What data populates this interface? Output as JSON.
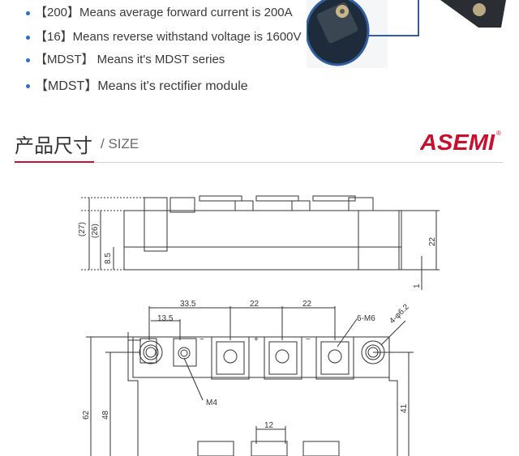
{
  "bullets": [
    "【200】Means average forward current is 200A",
    "【16】Means reverse withstand voltage is 1600V",
    "【MDST】 Means it's MDST series",
    "【MDST】Means it's rectifier module"
  ],
  "section": {
    "title_cn": "产品尺寸",
    "title_en": "/ SIZE"
  },
  "brand": {
    "logo_text": "ASEMI",
    "registered_mark": "®",
    "color": "#c8102e"
  },
  "drawing": {
    "side_dims": {
      "d27": "(27)",
      "d26": "(26)",
      "d85": "8.5",
      "d22": "22",
      "d1": "1"
    },
    "top_dims": {
      "d335": "33.5",
      "d135": "13.5",
      "d22a": "22",
      "d22b": "22",
      "d12": "12",
      "d62": "62",
      "d48": "48",
      "d41": "41"
    },
    "callouts": {
      "m4": "M4",
      "m6": "6-M6",
      "hole": "4-φ6.2"
    },
    "terminal_marks": {
      "t1": "~",
      "t2": "+",
      "t3": "−"
    },
    "colors": {
      "line": "#333333"
    }
  }
}
